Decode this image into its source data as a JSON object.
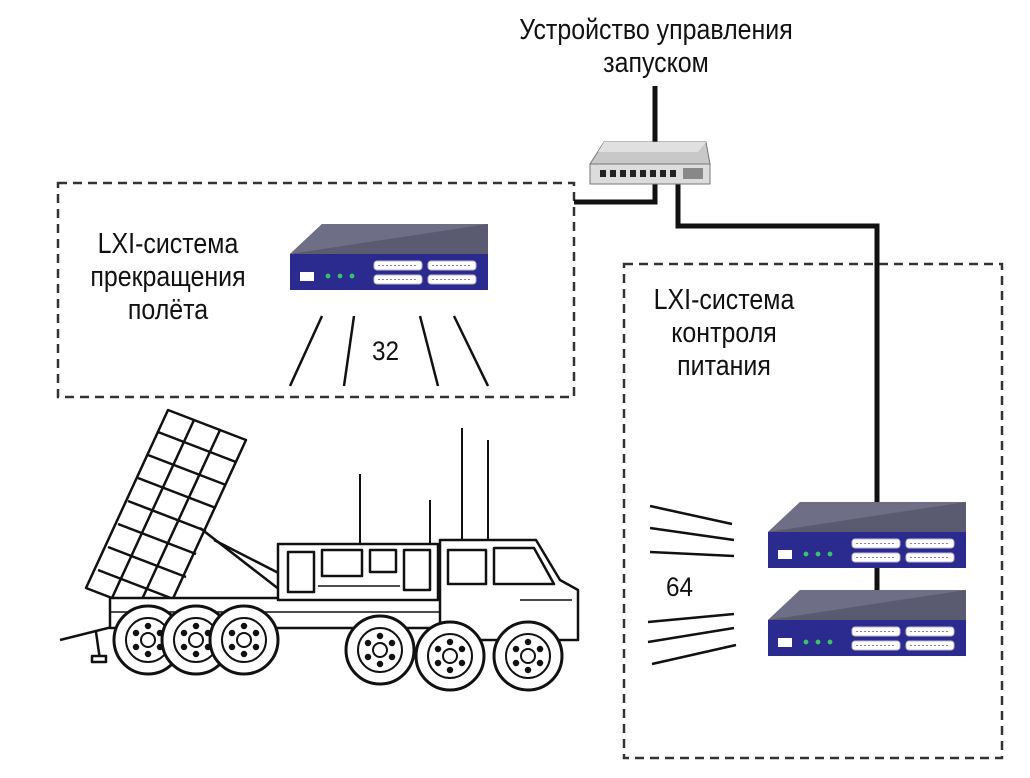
{
  "labels": {
    "controller_line1": "Устройство управления",
    "controller_line2": "запуском",
    "fts_line1": "LXI-система",
    "fts_line2": "прекращения",
    "fts_line3": "полёта",
    "power_line1": "LXI-система",
    "power_line2": "контроля",
    "power_line3": "питания"
  },
  "counts": {
    "fts_channels": "32",
    "power_channels": "64"
  },
  "colors": {
    "device_front": "#2b2a8e",
    "device_top": "#5a5a70",
    "led": "#39c26a",
    "line": "#111111",
    "dash": "#333333"
  },
  "icons": {
    "controller": "network-switch-icon",
    "instrument": "lxi-instrument-icon",
    "vehicle": "missile-launcher-truck-icon"
  }
}
